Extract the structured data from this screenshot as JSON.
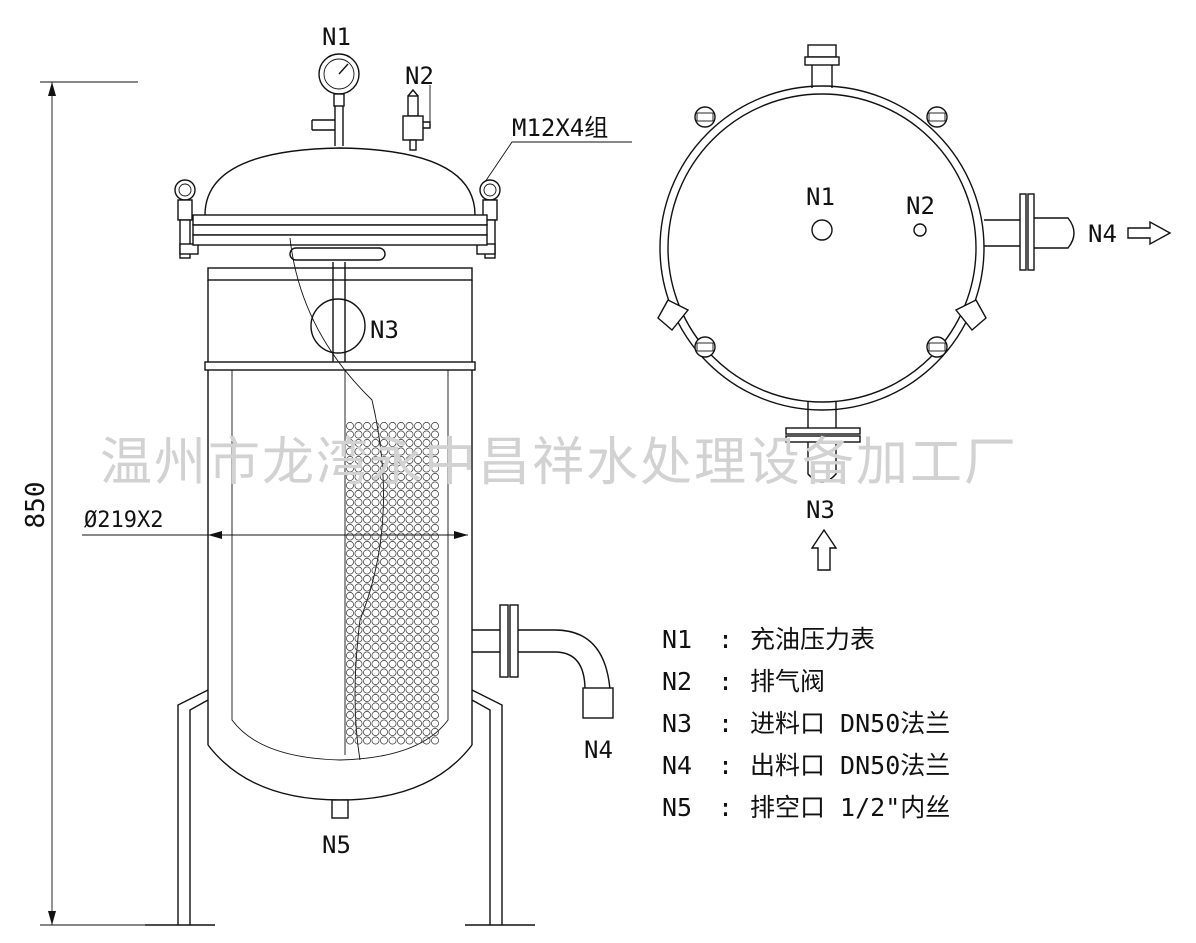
{
  "labels": {
    "n1": "N1",
    "n2": "N2",
    "n3": "N3",
    "n4": "N4",
    "n5": "N5",
    "bolt_spec": "M12X4组",
    "height_dim": "850",
    "diameter_dim": "Ø219X2",
    "watermark": "温州市龙湾永中昌祥水处理设备加工厂"
  },
  "legend": [
    {
      "code": "N1",
      "sep": ":",
      "desc": "充油压力表"
    },
    {
      "code": "N2",
      "sep": ":",
      "desc": "排气阀"
    },
    {
      "code": "N3",
      "sep": ":",
      "desc": "进料口 DN50法兰"
    },
    {
      "code": "N4",
      "sep": ":",
      "desc": "出料口 DN50法兰"
    },
    {
      "code": "N5",
      "sep": ":",
      "desc": "排空口 1/2\"内丝"
    }
  ]
}
